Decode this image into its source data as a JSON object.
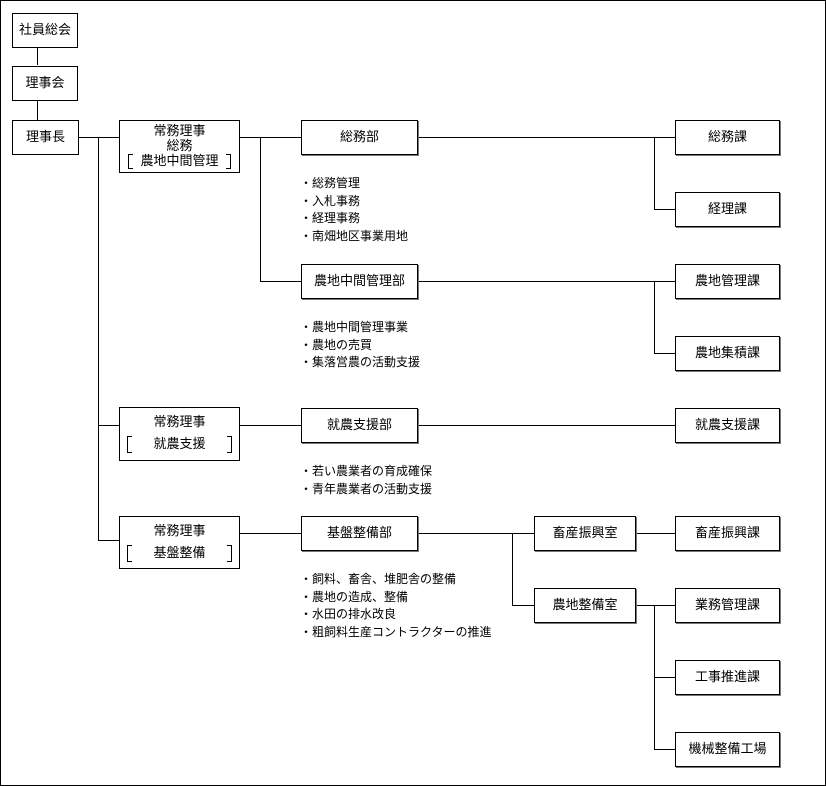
{
  "nodes": {
    "general_meeting": "社員総会",
    "board": "理事会",
    "chairman": "理事長",
    "exec_general": {
      "title": "常務理事",
      "sub1": "総務",
      "sub2": "農地中間管理"
    },
    "exec_employment": {
      "title": "常務理事",
      "sub": "就農支援"
    },
    "exec_infra": {
      "title": "常務理事",
      "sub": "基盤整備"
    },
    "general_affairs_dept": "総務部",
    "farmland_dept": "農地中間管理部",
    "employment_dept": "就農支援部",
    "infra_dept": "基盤整備部",
    "livestock_office": "畜産振興室",
    "farmland_infra_office": "農地整備室",
    "general_affairs_section": "総務課",
    "accounting_section": "経理課",
    "farmland_mgmt_section": "農地管理課",
    "farmland_consolidation_section": "農地集積課",
    "employment_section": "就農支援課",
    "livestock_section": "畜産振興課",
    "operations_section": "業務管理課",
    "construction_section": "工事推進課",
    "machinery_workshop": "機械整備工場"
  },
  "notes": {
    "general_affairs": [
      "総務管理",
      "入札事務",
      "経理事務",
      "南畑地区事業用地"
    ],
    "farmland": [
      "農地中間管理事業",
      "農地の売買",
      "集落営農の活動支援"
    ],
    "employment": [
      "若い農業者の育成確保",
      "青年農業者の活動支援"
    ],
    "infra": [
      "飼料、畜舎、堆肥舎の整備",
      "農地の造成、整備",
      "水田の排水改良",
      "粗飼料生産コントラクターの推進"
    ]
  }
}
